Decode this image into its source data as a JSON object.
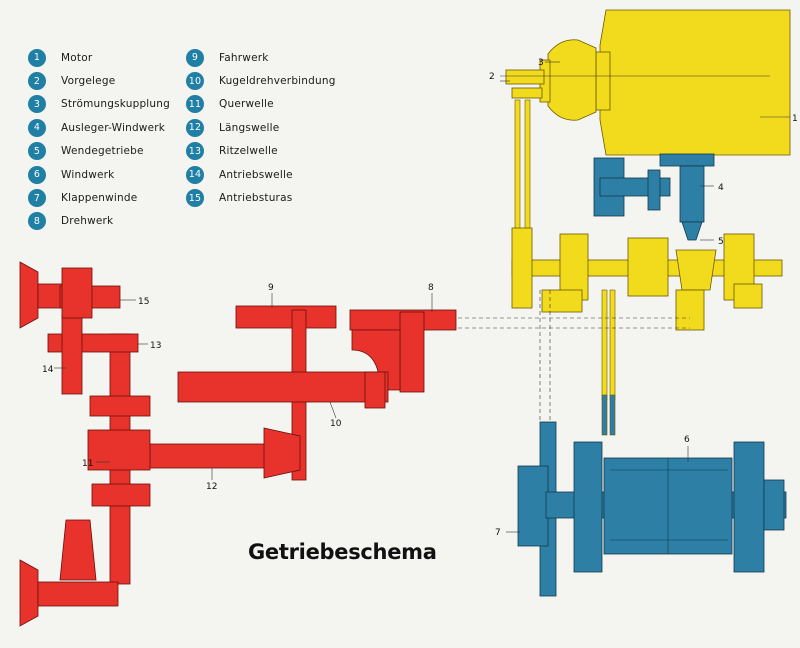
{
  "title": "Getriebeschema",
  "legend": [
    {
      "num": "1",
      "label": "Motor"
    },
    {
      "num": "2",
      "label": "Vorgelege"
    },
    {
      "num": "3",
      "label": "Strömungskupplung"
    },
    {
      "num": "4",
      "label": "Ausleger-Windwerk"
    },
    {
      "num": "5",
      "label": "Wendegetriebe"
    },
    {
      "num": "6",
      "label": "Windwerk"
    },
    {
      "num": "7",
      "label": "Klappenwinde"
    },
    {
      "num": "8",
      "label": "Drehwerk"
    },
    {
      "num": "9",
      "label": "Fahrwerk"
    },
    {
      "num": "10",
      "label": "Kugeldrehverbindung"
    },
    {
      "num": "11",
      "label": "Querwelle"
    },
    {
      "num": "12",
      "label": "Längswelle"
    },
    {
      "num": "13",
      "label": "Ritzelwelle"
    },
    {
      "num": "14",
      "label": "Antriebswelle"
    },
    {
      "num": "15",
      "label": "Antriebsturas"
    }
  ],
  "callouts": {
    "c1": "1",
    "c2": "2",
    "c3": "3",
    "c4": "4",
    "c5": "5",
    "c6": "6",
    "c7": "7",
    "c8": "8",
    "c9": "9",
    "c10": "10",
    "c11": "11",
    "c12": "12",
    "c13": "13",
    "c14": "14",
    "c15": "15"
  },
  "colors": {
    "yellow": "#f2da1c",
    "red": "#e8322c",
    "blue": "#2d7fa6",
    "badge": "#1f7fa4"
  }
}
